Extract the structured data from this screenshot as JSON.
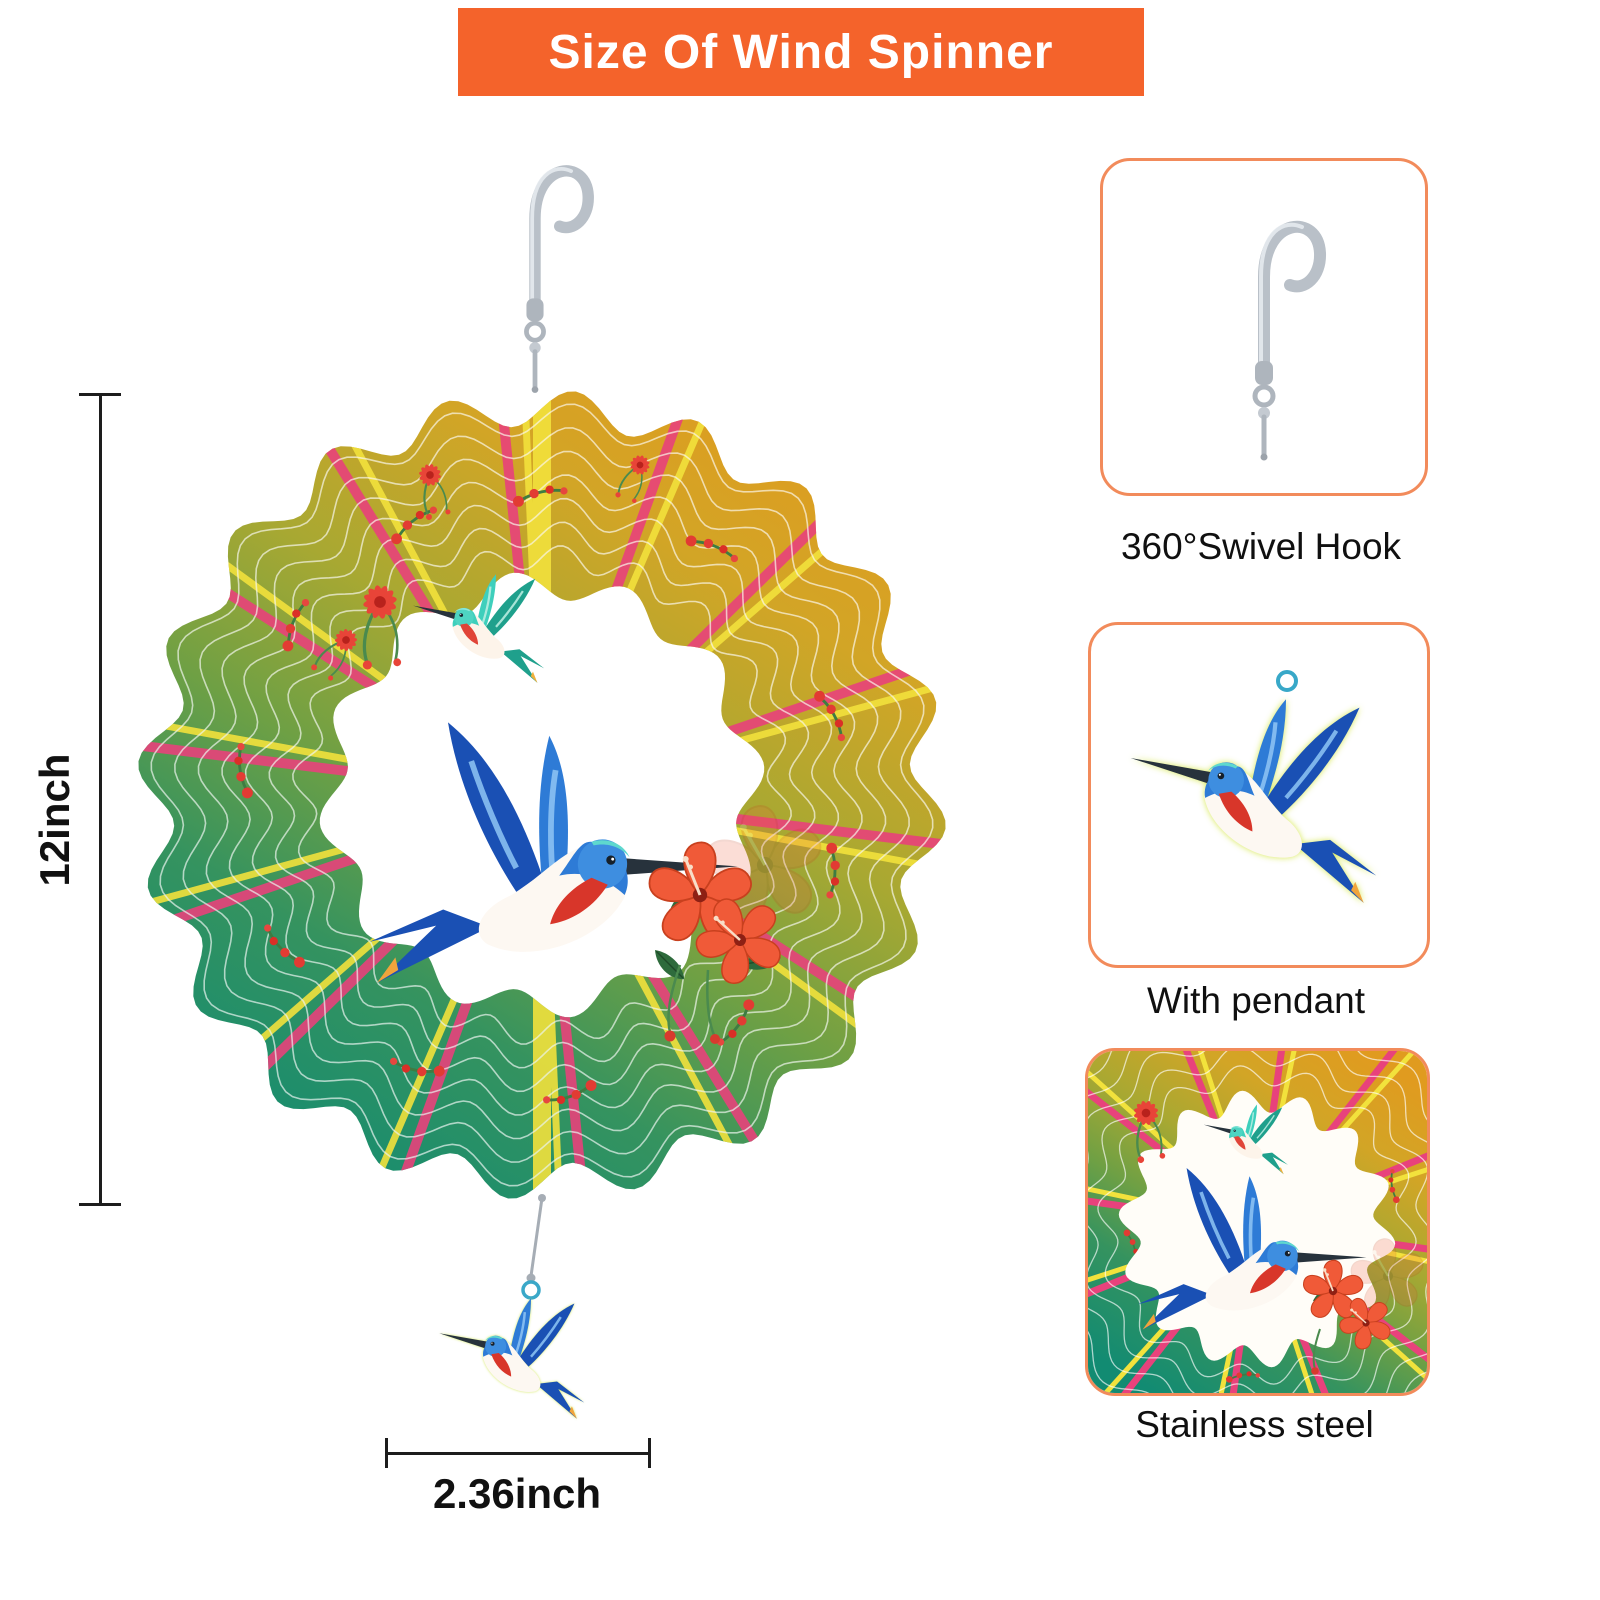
{
  "banner": {
    "title": "Size Of Wind Spinner",
    "bg_color": "#F4632B",
    "text_color": "#FFFFFF"
  },
  "dimensions": {
    "height_label": "12inch",
    "pendant_width_label": "2.36inch"
  },
  "features": [
    {
      "label": "360°Swivel Hook",
      "icon": "swivel-hook-icon"
    },
    {
      "label": "With pendant",
      "icon": "pendant-hummingbird-icon"
    },
    {
      "label": "Stainless steel",
      "icon": "spinner-print-icon"
    }
  ],
  "colors": {
    "banner_bg": "#F4632B",
    "card_border": "#F28B5B",
    "dimension_line": "#1D1D1D",
    "spinner_gold": "#E09B1F",
    "spinner_olive": "#A8A832",
    "spinner_green": "#35935F",
    "spinner_teal": "#128B72",
    "stripe_pink": "#E8427C",
    "stripe_yellow": "#F2E23C",
    "bird_blue": "#2E7BD6",
    "bird_dark_blue": "#1A50B4",
    "bird_teal": "#3ECFBC",
    "throat_red": "#D8362A",
    "flower_orange": "#F05A38",
    "leaf_green": "#2E6B3C",
    "metal_gray": "#AEB5BD"
  }
}
